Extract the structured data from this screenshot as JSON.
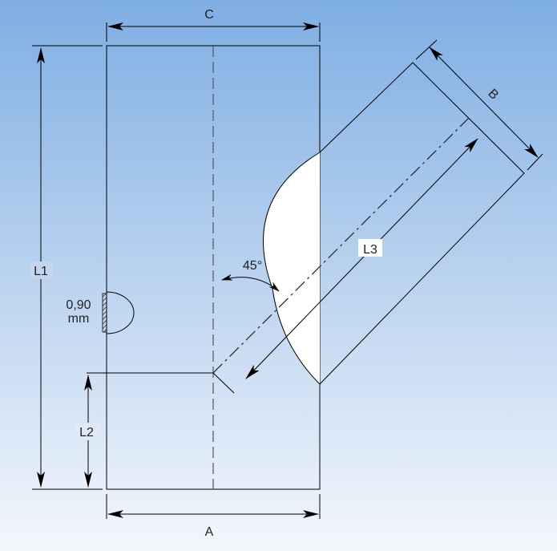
{
  "labels": {
    "c": "C",
    "a": "A",
    "b": "B",
    "l1": "L1",
    "l2": "L2",
    "l3": "L3",
    "angle": "45°",
    "thickness_value": "0,90",
    "thickness_unit": "mm"
  },
  "colors": {
    "background_top": "#7FAEE3",
    "background_bottom": "#F4F7FC",
    "part_fill": "#FFFFFF",
    "line": "#000000"
  }
}
